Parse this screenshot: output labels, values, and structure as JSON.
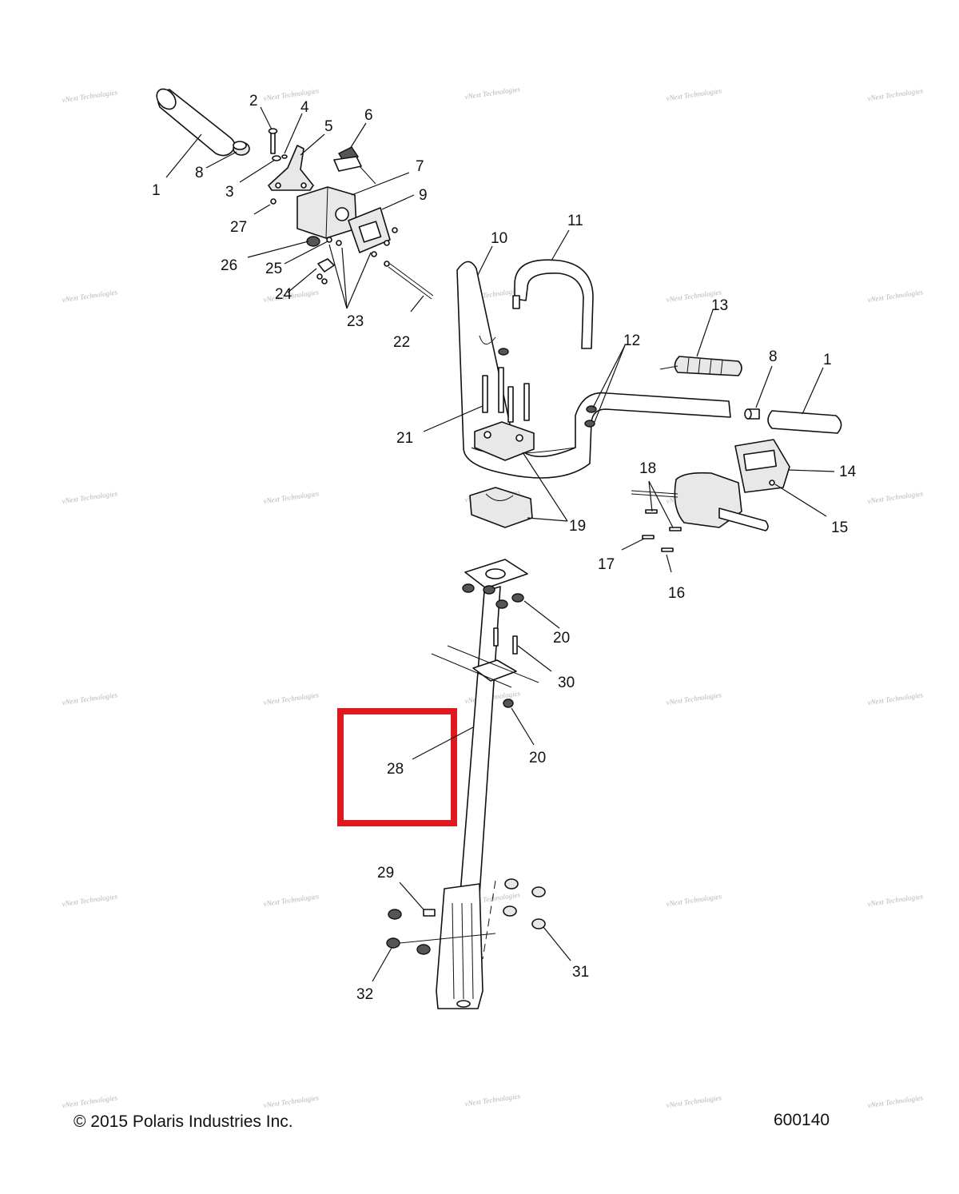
{
  "watermark": "vNext Technologies",
  "footer": {
    "copyright": "© 2015 Polaris Industries Inc.",
    "drawing_number": "600140"
  },
  "callouts": [
    "1",
    "2",
    "3",
    "4",
    "5",
    "6",
    "7",
    "8",
    "9",
    "10",
    "11",
    "12",
    "13",
    "14",
    "15",
    "16",
    "17",
    "18",
    "19",
    "20",
    "21",
    "22",
    "23",
    "24",
    "25",
    "26",
    "27",
    "28",
    "29",
    "30",
    "31",
    "32"
  ],
  "highlight": {
    "part": "28",
    "color": "#e0191f"
  }
}
